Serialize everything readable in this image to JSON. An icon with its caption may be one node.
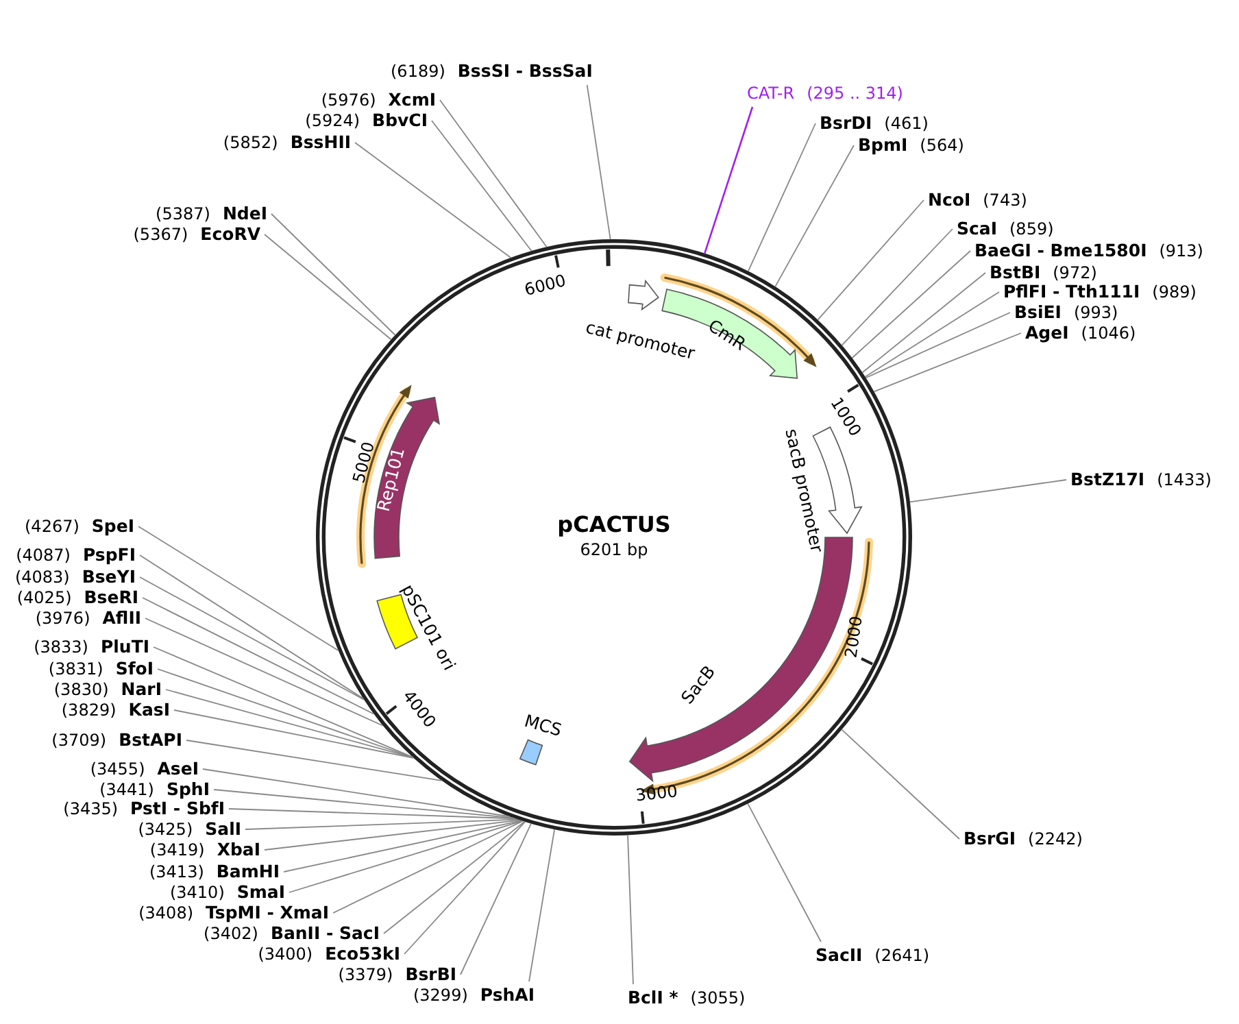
{
  "diagram": {
    "title": "pCACTUS",
    "nodes": [
      {
        "text": [
          "(6189)",
          "BssSI - BssSaI"
        ]
      },
      {
        "text": [
          "(5976)",
          "XcmI"
        ]
      },
      {
        "text": [
          "(5924)",
          "BbvCI"
        ]
      },
      {
        "text": [
          "(5852)",
          "BssHII"
        ]
      },
      {
        "text": [
          "CAT-R",
          "(295 .. 314)"
        ]
      },
      {
        "text": [
          "BsrDI",
          "(461)"
        ]
      },
      {
        "text": [
          "BpmI",
          "(564)"
        ]
      },
      {
        "text": [
          "NcoI",
          "(743)"
        ]
      },
      {
        "text": [
          "(5387)",
          "NdeI"
        ]
      },
      {
        "text": [
          "(5367)",
          "EcoRV"
        ]
      },
      {
        "text": [
          "ScaI",
          "(859)"
        ]
      },
      {
        "text": [
          "BaeGI - Bme1580I",
          "(913)"
        ]
      },
      {
        "text": [
          "BstBI",
          "(972)"
        ]
      },
      {
        "text": [
          "PflFI - Tth111I",
          "(989)"
        ]
      },
      {
        "text": [
          "BsiEI",
          "(993)"
        ]
      },
      {
        "text": [
          "AgeI",
          "(1046)"
        ]
      },
      {
        "text": [
          "cat promoter"
        ]
      },
      {
        "text": [
          "CmR"
        ]
      },
      {
        "text": [
          "sacB promoter"
        ]
      },
      {
        "text": [
          "BstZ17I",
          "(1433)"
        ]
      },
      {
        "text": [
          "Rep101"
        ]
      },
      {
        "text": [
          "(4267)",
          "SpeI"
        ]
      },
      {
        "text": [
          "(4087)",
          "PspFI"
        ]
      },
      {
        "text": [
          "(4083)",
          "BseYI"
        ]
      },
      {
        "text": [
          "(4025)",
          "BseRI"
        ]
      },
      {
        "text": [
          "(3976)",
          "AflII"
        ]
      },
      {
        "text": [
          "pSC101 ori"
        ]
      },
      {
        "text": [
          "(3833)",
          "PluTI"
        ]
      },
      {
        "text": [
          "(3831)",
          "SfoI"
        ]
      },
      {
        "text": [
          "(3830)",
          "NarI"
        ]
      },
      {
        "text": [
          "(3829)",
          "KasI"
        ]
      },
      {
        "text": [
          "SacB"
        ]
      },
      {
        "text": [
          "MCS"
        ]
      },
      {
        "text": [
          "(3709)",
          "BstAPI"
        ]
      },
      {
        "text": [
          "(3455)",
          "AseI"
        ]
      },
      {
        "text": [
          "(3441)",
          "SphI"
        ]
      },
      {
        "text": [
          "(3435)",
          "PstI - SbfI"
        ]
      },
      {
        "text": [
          "(3425)",
          "SalI"
        ]
      },
      {
        "text": [
          "(3419)",
          "XbaI"
        ]
      },
      {
        "text": [
          "BsrGI",
          "(2242)"
        ]
      },
      {
        "text": [
          "(3413)",
          "BamHI"
        ]
      },
      {
        "text": [
          "(3410)",
          "SmaI"
        ]
      },
      {
        "text": [
          "(3408)",
          "TspMI - XmaI"
        ]
      },
      {
        "text": [
          "(3402)",
          "BanII - SacI"
        ]
      },
      {
        "text": [
          "(3400)",
          "Eco53kI"
        ]
      },
      {
        "text": [
          "SacII",
          "(2641)"
        ]
      },
      {
        "text": [
          "(3379)",
          "BsrBI"
        ]
      },
      {
        "text": [
          "(3299)",
          "PshAI"
        ]
      },
      {
        "text": [
          "BclI *",
          "(3055)"
        ]
      }
    ],
    "edges": [
      {
        "from": 0,
        "to": null,
        "arrow": "none"
      },
      {
        "from": 1,
        "to": null,
        "arrow": "none"
      },
      {
        "from": 2,
        "to": null,
        "arrow": "none"
      },
      {
        "from": 3,
        "to": null,
        "arrow": "none"
      },
      {
        "from": 4,
        "to": null,
        "arrow": "none",
        "color": "#a020f0"
      },
      {
        "from": 5,
        "to": null,
        "arrow": "none"
      },
      {
        "from": 6,
        "to": null,
        "arrow": "none"
      },
      {
        "from": 7,
        "to": null,
        "arrow": "none"
      },
      {
        "from": 8,
        "to": null,
        "arrow": "none"
      },
      {
        "from": 9,
        "to": null,
        "arrow": "none"
      },
      {
        "from": 10,
        "to": null,
        "arrow": "none"
      },
      {
        "from": 11,
        "to": null,
        "arrow": "none"
      },
      {
        "from": 12,
        "to": null,
        "arrow": "none"
      },
      {
        "from": 13,
        "to": null,
        "arrow": "none"
      },
      {
        "from": 14,
        "to": null,
        "arrow": "none"
      },
      {
        "from": 15,
        "to": null,
        "arrow": "none"
      },
      {
        "from": 19,
        "to": null,
        "arrow": "none"
      },
      {
        "from": 21,
        "to": null,
        "arrow": "none"
      },
      {
        "from": 22,
        "to": null,
        "arrow": "none"
      },
      {
        "from": 23,
        "to": null,
        "arrow": "none"
      },
      {
        "from": 24,
        "to": null,
        "arrow": "none"
      },
      {
        "from": 25,
        "to": null,
        "arrow": "none"
      },
      {
        "from": 27,
        "to": null,
        "arrow": "none"
      },
      {
        "from": 28,
        "to": null,
        "arrow": "none"
      },
      {
        "from": 29,
        "to": null,
        "arrow": "none"
      },
      {
        "from": 30,
        "to": null,
        "arrow": "none"
      },
      {
        "from": 33,
        "to": null,
        "arrow": "none"
      },
      {
        "from": 34,
        "to": null,
        "arrow": "none"
      },
      {
        "from": 35,
        "to": null,
        "arrow": "none"
      },
      {
        "from": 36,
        "to": null,
        "arrow": "none"
      },
      {
        "from": 37,
        "to": null,
        "arrow": "none"
      },
      {
        "from": 38,
        "to": null,
        "arrow": "none"
      },
      {
        "from": 39,
        "to": null,
        "arrow": "none"
      },
      {
        "from": 40,
        "to": null,
        "arrow": "none"
      },
      {
        "from": 41,
        "to": null,
        "arrow": "none"
      },
      {
        "from": 42,
        "to": null,
        "arrow": "none"
      },
      {
        "from": 43,
        "to": null,
        "arrow": "none"
      },
      {
        "from": 44,
        "to": null,
        "arrow": "none"
      },
      {
        "from": 45,
        "to": null,
        "arrow": "none"
      },
      {
        "from": 46,
        "to": null,
        "arrow": "none"
      },
      {
        "from": 47,
        "to": null,
        "arrow": "none"
      },
      {
        "from": 48,
        "to": null,
        "arrow": "none"
      }
    ],
    "labels": [
      "6000",
      "1000",
      "5000",
      "6201 bp",
      "2000",
      "4000",
      "3000"
    ]
  }
}
